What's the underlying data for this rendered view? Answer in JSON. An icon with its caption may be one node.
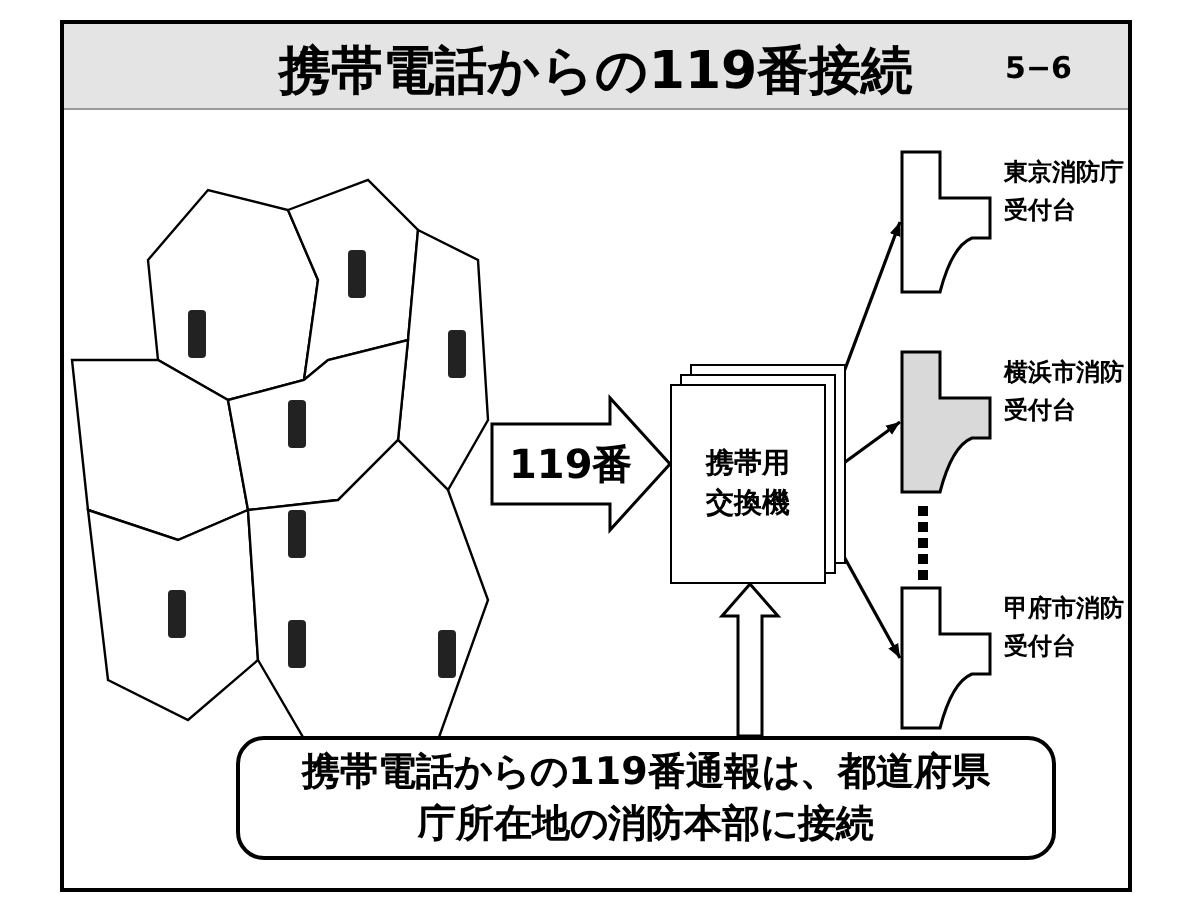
{
  "diagram": {
    "title": "携帯電話からの119番接続",
    "nodes": [
      {
        "text": [],
        "shape": "picture"
      },
      {
        "text": [
          "携帯用交換機"
        ]
      },
      {
        "text": [
          "東京消防庁受付台"
        ]
      },
      {
        "text": [
          "横浜市消防受付台"
        ]
      },
      {
        "text": [
          "甲府市消防受付台"
        ]
      },
      {
        "text": [
          "携帯電話からの119番通報は、都道府県庁所在地の消防本部に接続"
        ]
      }
    ],
    "edges": [
      {
        "from": 0,
        "to": 1,
        "arrow": "to",
        "label": "119番",
        "style": "thick"
      },
      {
        "from": 1,
        "to": 2,
        "arrow": "to"
      },
      {
        "from": 1,
        "to": 3,
        "arrow": "to"
      },
      {
        "from": 1,
        "to": 4,
        "arrow": "to"
      },
      {
        "from": 5,
        "to": 1,
        "arrow": "to",
        "style": "thick"
      }
    ],
    "labels": [
      "5−6"
    ]
  }
}
